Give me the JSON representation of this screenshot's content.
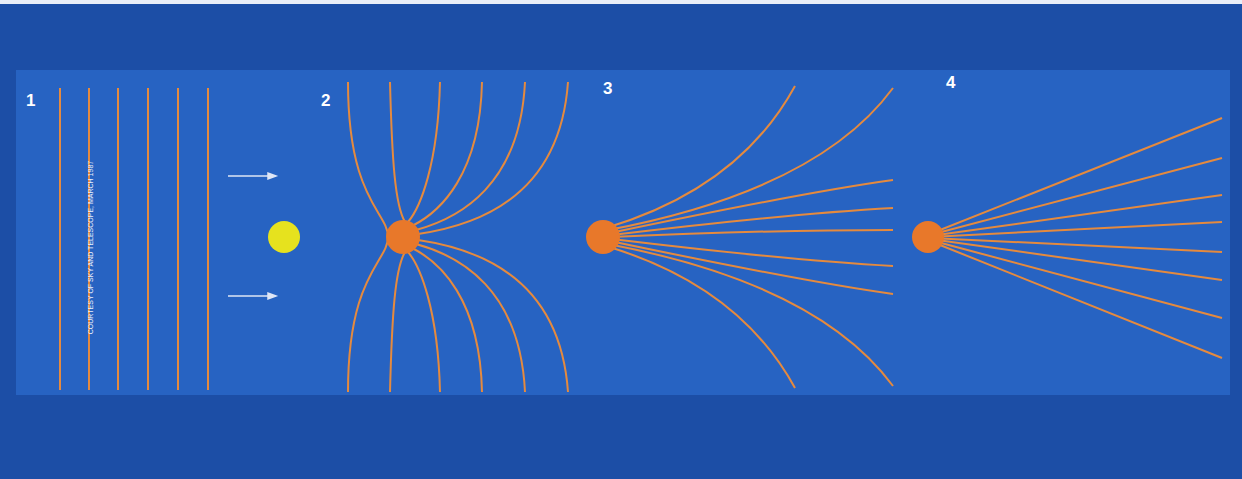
{
  "diagram": {
    "labels": [
      "1",
      "2",
      "3",
      "4",
      "COURTESY OF SKY AND TELESCOPE, MARCH 1987"
    ]
  }
}
